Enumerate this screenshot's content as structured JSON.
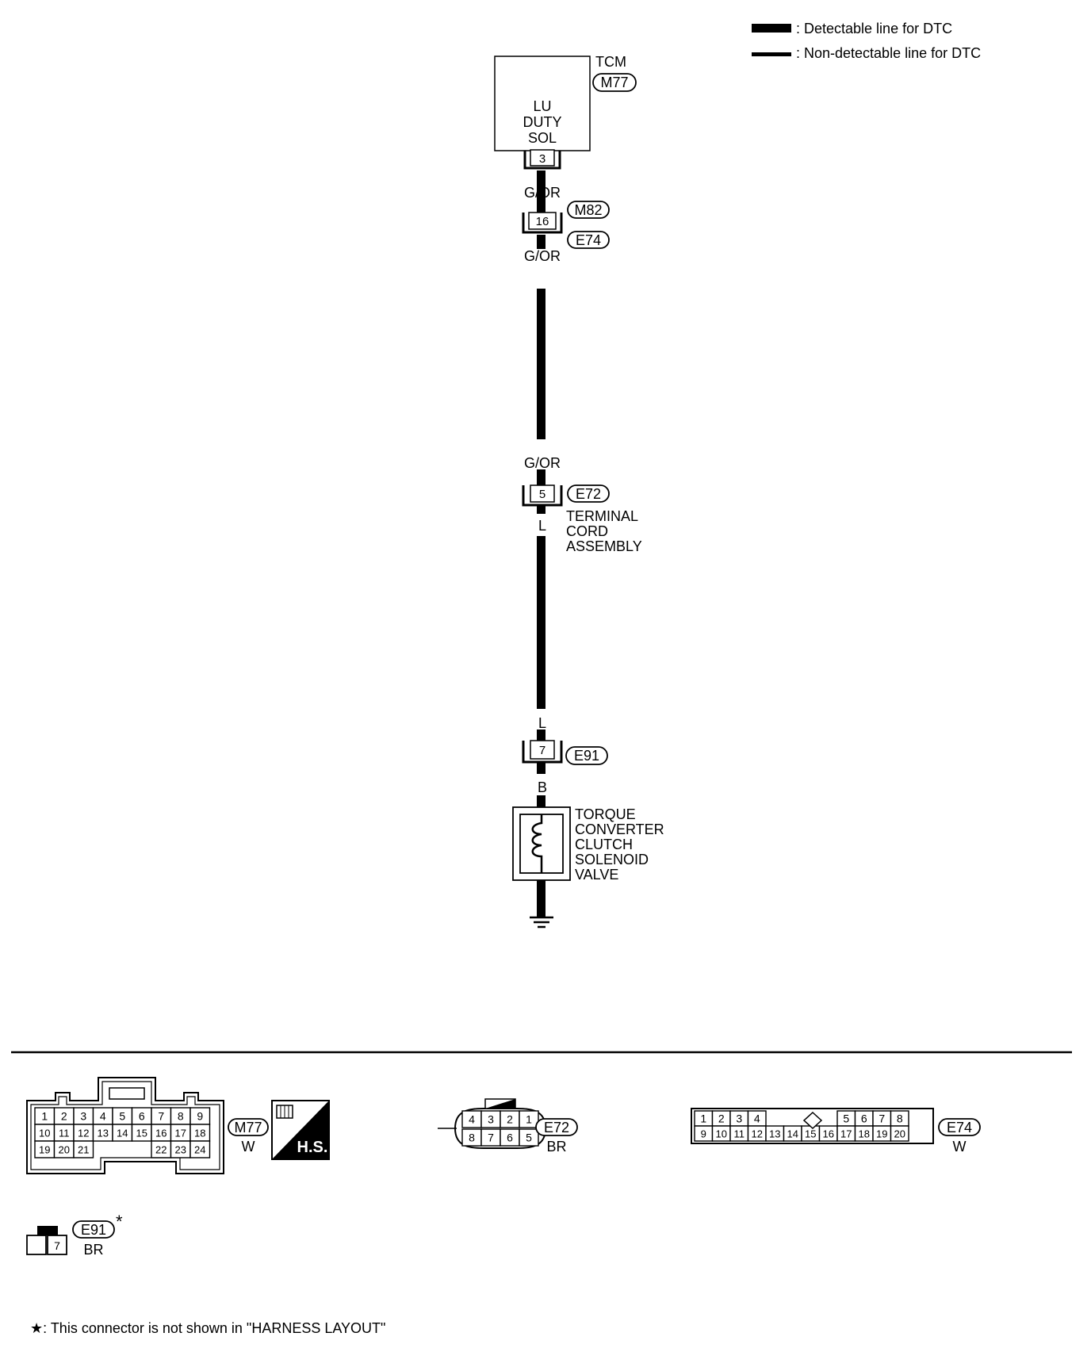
{
  "legend": {
    "detectable": ": Detectable line for DTC",
    "non_detectable": ": Non-detectable line for DTC"
  },
  "tcm": {
    "name": "TCM",
    "connector": "M77",
    "function_lines": [
      "LU",
      "DUTY",
      "SOL"
    ],
    "terminal": "3"
  },
  "wire_colors": {
    "tcm_to_m82": "G/OR",
    "m82_out": "G/OR",
    "to_e72": "G/OR",
    "e72_out": "L",
    "to_e91": "L",
    "e91_out": "B"
  },
  "joint_connector": {
    "terminal": "16",
    "upper": "M82",
    "lower": "E74"
  },
  "terminal_cord": {
    "connector": "E72",
    "terminal": "5",
    "label_lines": [
      "TERMINAL",
      "CORD",
      "ASSEMBLY"
    ]
  },
  "e91_connector": {
    "connector": "E91",
    "terminal": "7"
  },
  "solenoid": {
    "label_lines": [
      "TORQUE",
      "CONVERTER",
      "CLUTCH",
      "SOLENOID",
      "VALVE"
    ]
  },
  "connector_views": {
    "m77": {
      "id": "M77",
      "color": "W",
      "row1": [
        "1",
        "2",
        "3",
        "4",
        "5",
        "6",
        "7",
        "8",
        "9"
      ],
      "row2": [
        "10",
        "11",
        "12",
        "13",
        "14",
        "15",
        "16",
        "17",
        "18"
      ],
      "row3_left": [
        "19",
        "20",
        "21"
      ],
      "row3_right": [
        "22",
        "23",
        "24"
      ],
      "hs_label": "H.S."
    },
    "e72": {
      "id": "E72",
      "color": "BR",
      "top": [
        "4",
        "3",
        "2",
        "1"
      ],
      "bottom": [
        "8",
        "7",
        "6",
        "5"
      ]
    },
    "e74": {
      "id": "E74",
      "color": "W",
      "top_left": [
        "1",
        "2",
        "3",
        "4"
      ],
      "top_right": [
        "5",
        "6",
        "7",
        "8"
      ],
      "bottom": [
        "9",
        "10",
        "11",
        "12",
        "13",
        "14",
        "15",
        "16",
        "17",
        "18",
        "19",
        "20"
      ]
    },
    "e91": {
      "id": "E91",
      "star": "*",
      "color": "BR",
      "pin": "7"
    }
  },
  "footnote": "★: This connector is not shown in \"HARNESS LAYOUT\""
}
